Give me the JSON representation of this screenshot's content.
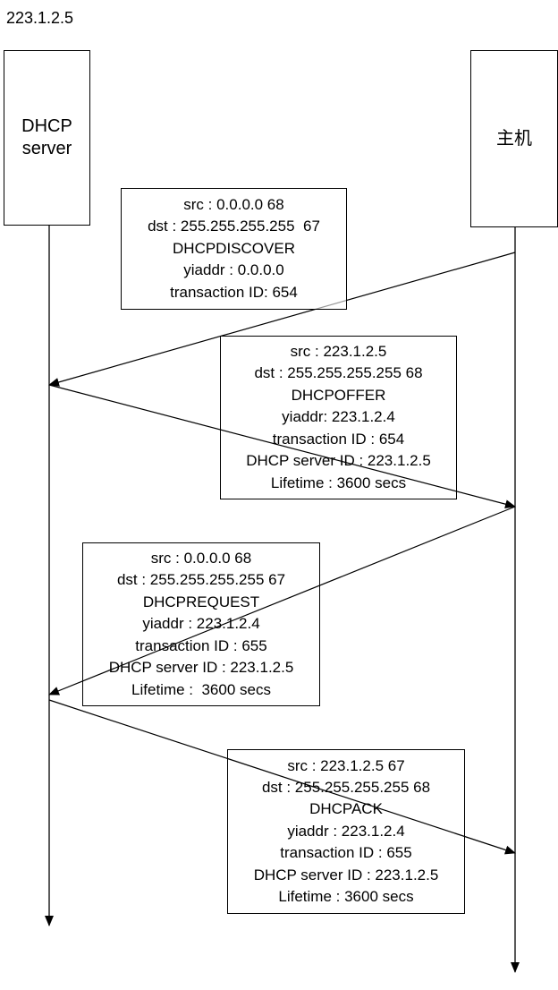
{
  "top_label": "223.1.2.5",
  "actors": {
    "server": {
      "label": "DHCP\nserver"
    },
    "host": {
      "label": "主机"
    }
  },
  "messages": [
    {
      "lines": [
        "src : 0.0.0.0 68",
        "dst : 255.255.255.255  67",
        "DHCPDISCOVER",
        "yiaddr : 0.0.0.0",
        "transaction ID: 654"
      ]
    },
    {
      "lines": [
        "src : 223.1.2.5",
        "dst : 255.255.255.255 68",
        "DHCPOFFER",
        "yiaddr: 223.1.2.4",
        "transaction ID : 654",
        "DHCP server ID : 223.1.2.5",
        "Lifetime : 3600 secs"
      ]
    },
    {
      "lines": [
        "src : 0.0.0.0 68",
        "dst : 255.255.255.255 67",
        "DHCPREQUEST",
        "yiaddr : 223.1.2.4",
        "transaction ID : 655",
        "DHCP server ID : 223.1.2.5",
        "Lifetime :  3600 secs"
      ]
    },
    {
      "lines": [
        "src : 223.1.2.5 67",
        "dst : 255.255.255.255 68",
        "DHCPACK",
        "yiaddr : 223.1.2.4",
        "transaction ID : 655",
        "DHCP server ID : 223.1.2.5",
        "Lifetime : 3600 secs"
      ]
    }
  ]
}
